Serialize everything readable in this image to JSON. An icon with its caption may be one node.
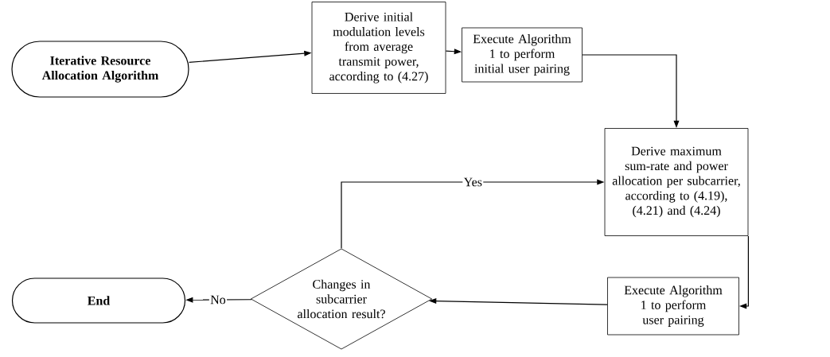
{
  "diagram": {
    "nodes": [
      {
        "text": [
          "Iterative Resource Allocation Algorithm"
        ]
      },
      {
        "text": [
          "Derive initial modulation levels from average transmit power, according to (4.27)"
        ]
      },
      {
        "text": [
          "Execute Algorithm 1 to perform initial user pairing"
        ]
      },
      {
        "text": [
          "Derive maximum sum-rate and power allocation per subcarrier, according to (4.19), (4.21) and (4.24)"
        ]
      },
      {
        "text": [
          "Execute Algorithm 1 to perform user pairing"
        ]
      },
      {
        "text": [
          "Changes in subcarrier allocation result?"
        ]
      },
      {
        "text": [
          "End"
        ]
      }
    ],
    "edges": [
      {
        "from": 0,
        "to": 1,
        "arrow": "to"
      },
      {
        "from": 1,
        "to": 2,
        "arrow": "to"
      },
      {
        "from": 2,
        "to": 3,
        "arrow": "to"
      },
      {
        "from": 3,
        "to": 4,
        "arrow": "to"
      },
      {
        "from": 4,
        "to": 5,
        "arrow": "to"
      },
      {
        "from": 5,
        "to": 6,
        "arrow": "to",
        "label": "No"
      },
      {
        "from": 5,
        "to": 3,
        "arrow": "to",
        "label": "Yes"
      }
    ]
  }
}
